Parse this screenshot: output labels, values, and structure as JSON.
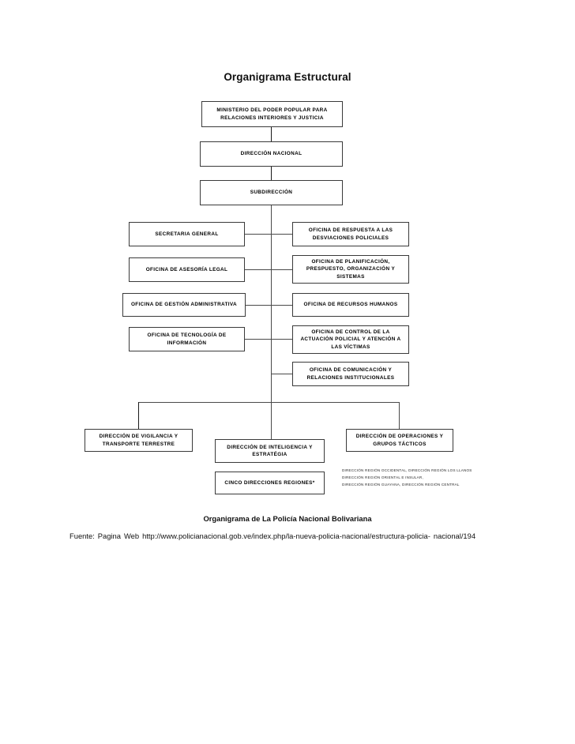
{
  "title": "Organigrama Estructural",
  "nodes": {
    "ministerio": "MINISTERIO DEL PODER POPULAR PARA RELACIONES INTERIORES Y JUSTICIA",
    "direccion_nacional": "DIRECCIÓN NACIONAL",
    "subdireccion": "SUBDIRECCIÓN",
    "secretaria_general": "SECRETARIA GENERAL",
    "respuesta_desviaciones": "OFICINA DE RESPUESTA A LAS DESVIACIONES POLICIALES",
    "asesoria_legal": "OFICINA DE ASESORÍA LEGAL",
    "planificacion": "OFICINA DE PLANIFICACIÓN, PRESPUESTO, ORGANIZACIÓN Y SISTEMAS",
    "gestion_administrativa": "OFICINA DE GESTIÓN ADMINISTRATIVA",
    "recursos_humanos": "OFICINA DE RECURSOS HUMANOS",
    "tecnologia_informacion": "OFICINA DE TECNOLOGÍA DE INFORMACIÓN",
    "control_actuacion": "OFICINA DE CONTROL DE LA ACTUACIÓN POLICIAL Y ATENCIÓN A LAS VÍCTIMAS",
    "comunicacion": "OFICINA DE COMUNICACIÓN Y RELACIONES INSTITUCIONALES",
    "vigilancia_transporte": "DIRECCIÓN DE VIGILANCIA Y TRANSPORTE TERRESTRE",
    "inteligencia_estrategia": "DIRECCIÓN DE INTELIGENCIA Y ESTRATÉGIA",
    "operaciones_tacticos": "DIRECCIÓN DE OPERACIONES Y GRUPOS TÁCTICOS",
    "cinco_direcciones": "CINCO DIRECCIONES REGIONES*"
  },
  "regions_note": {
    "line1": "DIRECCIÓN REGIÓN OCCIDENTAL, DIRECCIÓN REGIÓN LOS LLANOS",
    "line2": "DIRECCIÓN REGIÓN ORIENTAL E INSULAR,",
    "line3": "DIRECCIÓN REGIÓN GUAYANA, DIRECCIÓN REGIÓN CENTRAL"
  },
  "footer": {
    "caption": "Organigrama de La Policía Nacional Bolivariana",
    "source_head": "Fuente: Pagina Web http://www.policianacional.gob.ve/index.php/la-nueva-policia-nacional/estructura-policia-",
    "source_tail": "nacional/194"
  }
}
